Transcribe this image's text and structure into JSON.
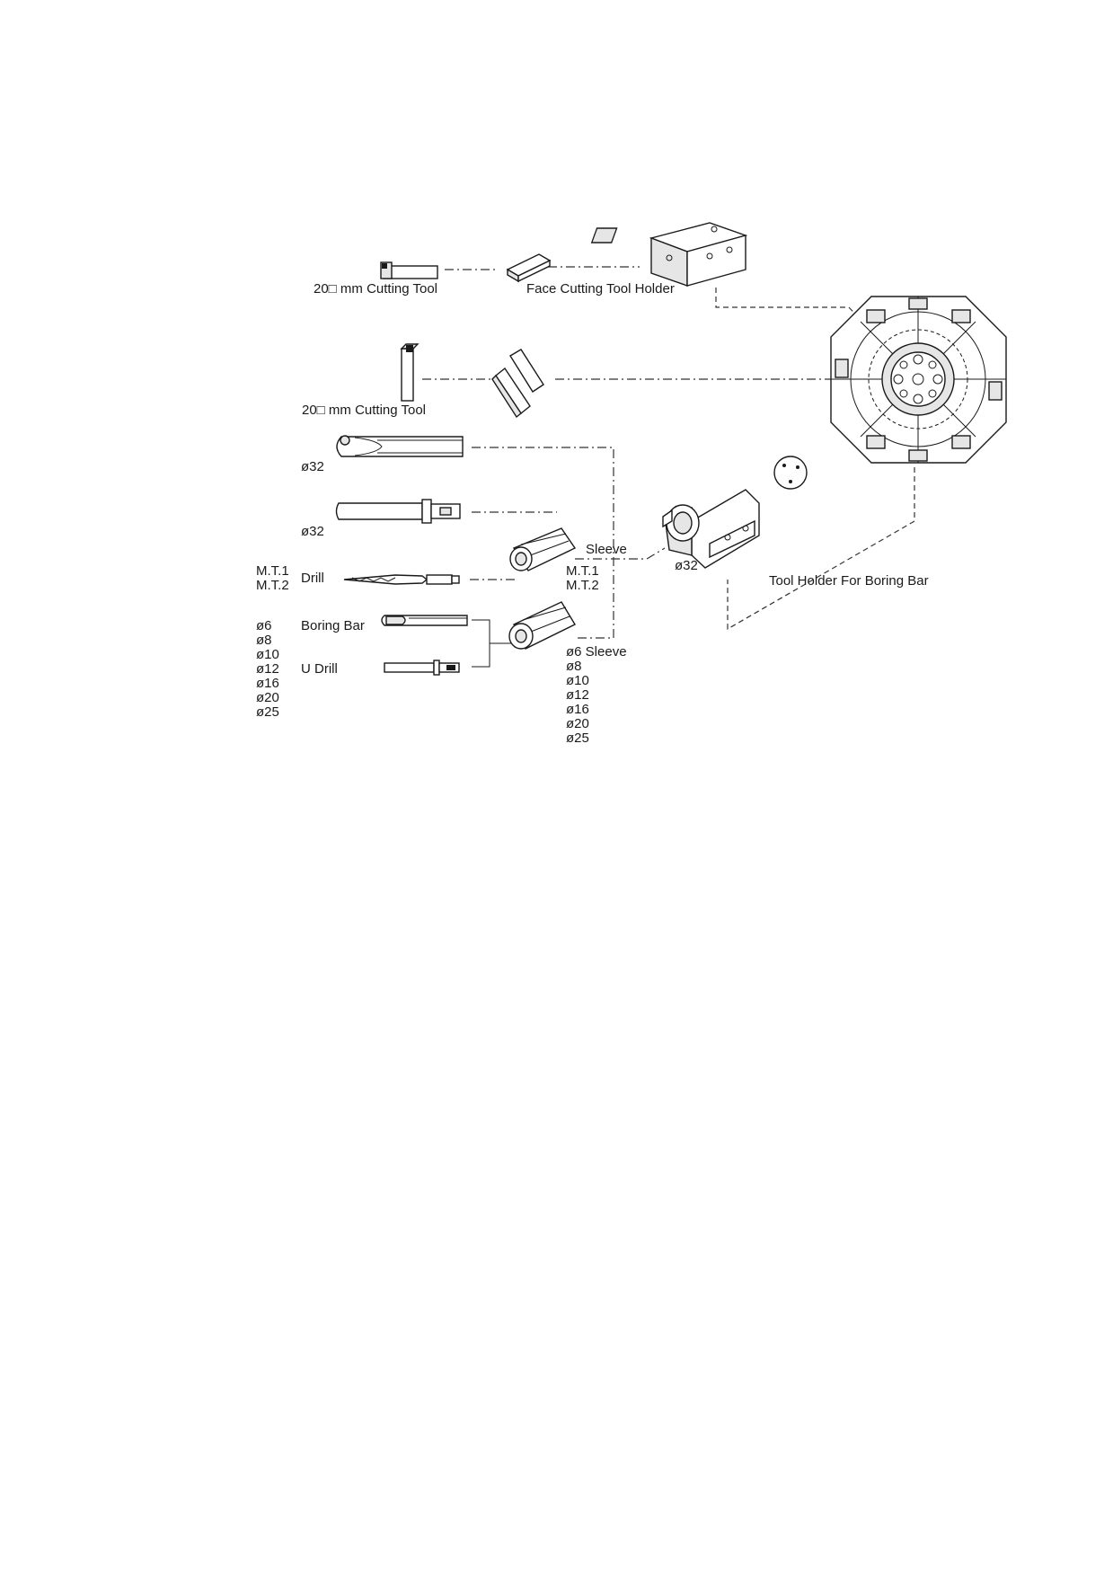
{
  "labels": {
    "cutting_tool_top": "20□ mm Cutting Tool",
    "face_holder": "Face Cutting Tool Holder",
    "cutting_tool_vertical": "20□ mm Cutting Tool",
    "dia32_a": "ø32",
    "dia32_b": "ø32",
    "mt_left_1": "M.T.1",
    "mt_left_2": "M.T.2",
    "drill": "Drill",
    "sleeve": "Sleeve",
    "mt_right_1": "M.T.1",
    "mt_right_2": "M.T.2",
    "dia32_holder": "ø32",
    "boring_holder": "Tool Holder For Boring Bar",
    "boring_bar": "Boring Bar",
    "u_drill": "U Drill",
    "dia_list_left": [
      "ø6",
      "ø8",
      "ø10",
      "ø12",
      "ø16",
      "ø20",
      "ø25"
    ],
    "sleeve2": "ø6 Sleeve",
    "dia_list_right": [
      "ø8",
      "ø10",
      "ø12",
      "ø16",
      "ø20",
      "ø25"
    ]
  },
  "icons": [
    "cutting-tool-horizontal-icon",
    "tool-wedge-icon",
    "face-tool-holder-icon",
    "cutting-tool-vertical-icon",
    "tool-clamp-block-icon",
    "turret-disc-icon",
    "boring-bar-large-icon",
    "drill-shank-icon",
    "mt-sleeve-icon",
    "twist-drill-icon",
    "boring-tool-holder-icon",
    "cover-plate-icon",
    "small-boring-bar-icon",
    "u-drill-icon",
    "dia-sleeve-icon"
  ]
}
